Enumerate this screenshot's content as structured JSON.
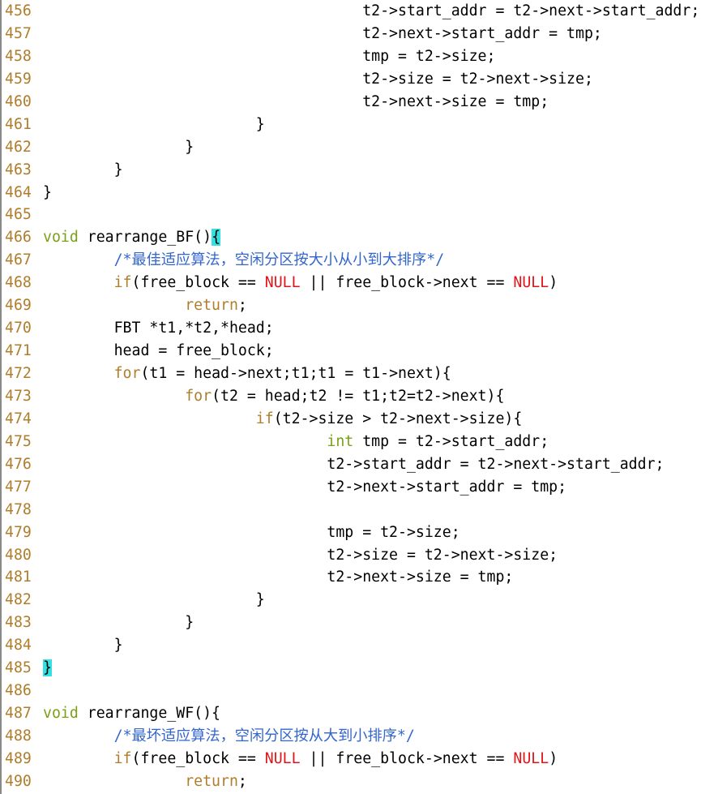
{
  "editor": {
    "lines": [
      {
        "n": "456",
        "tokens": [
          {
            "t": "                                    t2->start_addr = t2->next->start_addr;",
            "c": "plain"
          }
        ]
      },
      {
        "n": "457",
        "tokens": [
          {
            "t": "                                    t2->next->start_addr = tmp;",
            "c": "plain"
          }
        ]
      },
      {
        "n": "458",
        "tokens": [
          {
            "t": "                                    tmp = t2->size;",
            "c": "plain"
          }
        ]
      },
      {
        "n": "459",
        "tokens": [
          {
            "t": "                                    t2->size = t2->next->size;",
            "c": "plain"
          }
        ]
      },
      {
        "n": "460",
        "tokens": [
          {
            "t": "                                    t2->next->size = tmp;",
            "c": "plain"
          }
        ]
      },
      {
        "n": "461",
        "tokens": [
          {
            "t": "                        }",
            "c": "plain"
          }
        ]
      },
      {
        "n": "462",
        "tokens": [
          {
            "t": "                }",
            "c": "plain"
          }
        ]
      },
      {
        "n": "463",
        "tokens": [
          {
            "t": "        }",
            "c": "plain"
          }
        ]
      },
      {
        "n": "464",
        "tokens": [
          {
            "t": "}",
            "c": "plain"
          }
        ]
      },
      {
        "n": "465",
        "tokens": []
      },
      {
        "n": "466",
        "tokens": [
          {
            "t": "void",
            "c": "kw"
          },
          {
            "t": " rearrange_BF()",
            "c": "plain"
          },
          {
            "t": "{",
            "c": "brace"
          }
        ]
      },
      {
        "n": "467",
        "tokens": [
          {
            "t": "        /*最佳适应算法，空闲分区按大小从小到大排序*/",
            "c": "cm"
          }
        ]
      },
      {
        "n": "468",
        "tokens": [
          {
            "t": "        ",
            "c": "plain"
          },
          {
            "t": "if",
            "c": "ctl"
          },
          {
            "t": "(free_block == ",
            "c": "plain"
          },
          {
            "t": "NULL",
            "c": "null"
          },
          {
            "t": " || free_block->next == ",
            "c": "plain"
          },
          {
            "t": "NULL",
            "c": "null"
          },
          {
            "t": ")",
            "c": "plain"
          }
        ]
      },
      {
        "n": "469",
        "tokens": [
          {
            "t": "                ",
            "c": "plain"
          },
          {
            "t": "return",
            "c": "ctl"
          },
          {
            "t": ";",
            "c": "plain"
          }
        ]
      },
      {
        "n": "470",
        "tokens": [
          {
            "t": "        FBT *t1,*t2,*head;",
            "c": "plain"
          }
        ]
      },
      {
        "n": "471",
        "tokens": [
          {
            "t": "        head = free_block;",
            "c": "plain"
          }
        ]
      },
      {
        "n": "472",
        "tokens": [
          {
            "t": "        ",
            "c": "plain"
          },
          {
            "t": "for",
            "c": "ctl"
          },
          {
            "t": "(t1 = head->next;t1;t1 = t1->next){",
            "c": "plain"
          }
        ]
      },
      {
        "n": "473",
        "tokens": [
          {
            "t": "                ",
            "c": "plain"
          },
          {
            "t": "for",
            "c": "ctl"
          },
          {
            "t": "(t2 = head;t2 != t1;t2=t2->next){",
            "c": "plain"
          }
        ]
      },
      {
        "n": "474",
        "tokens": [
          {
            "t": "                        ",
            "c": "plain"
          },
          {
            "t": "if",
            "c": "ctl"
          },
          {
            "t": "(t2->size > t2->next->size){",
            "c": "plain"
          }
        ]
      },
      {
        "n": "475",
        "tokens": [
          {
            "t": "                                ",
            "c": "plain"
          },
          {
            "t": "int",
            "c": "kw"
          },
          {
            "t": " tmp = t2->start_addr;",
            "c": "plain"
          }
        ]
      },
      {
        "n": "476",
        "tokens": [
          {
            "t": "                                t2->start_addr = t2->next->start_addr;",
            "c": "plain"
          }
        ]
      },
      {
        "n": "477",
        "tokens": [
          {
            "t": "                                t2->next->start_addr = tmp;",
            "c": "plain"
          }
        ]
      },
      {
        "n": "478",
        "tokens": []
      },
      {
        "n": "479",
        "tokens": [
          {
            "t": "                                tmp = t2->size;",
            "c": "plain"
          }
        ]
      },
      {
        "n": "480",
        "tokens": [
          {
            "t": "                                t2->size = t2->next->size;",
            "c": "plain"
          }
        ]
      },
      {
        "n": "481",
        "tokens": [
          {
            "t": "                                t2->next->size = tmp;",
            "c": "plain"
          }
        ]
      },
      {
        "n": "482",
        "tokens": [
          {
            "t": "                        }",
            "c": "plain"
          }
        ]
      },
      {
        "n": "483",
        "tokens": [
          {
            "t": "                }",
            "c": "plain"
          }
        ]
      },
      {
        "n": "484",
        "tokens": [
          {
            "t": "        }",
            "c": "plain"
          }
        ]
      },
      {
        "n": "485",
        "tokens": [
          {
            "t": "}",
            "c": "brace"
          }
        ]
      },
      {
        "n": "486",
        "tokens": []
      },
      {
        "n": "487",
        "tokens": [
          {
            "t": "void",
            "c": "kw"
          },
          {
            "t": " rearrange_WF(){",
            "c": "plain"
          }
        ]
      },
      {
        "n": "488",
        "tokens": [
          {
            "t": "        /*最坏适应算法，空闲分区按从大到小排序*/",
            "c": "cm"
          }
        ]
      },
      {
        "n": "489",
        "tokens": [
          {
            "t": "        ",
            "c": "plain"
          },
          {
            "t": "if",
            "c": "ctl"
          },
          {
            "t": "(free_block == ",
            "c": "plain"
          },
          {
            "t": "NULL",
            "c": "null"
          },
          {
            "t": " || free_block->next == ",
            "c": "plain"
          },
          {
            "t": "NULL",
            "c": "null"
          },
          {
            "t": ")",
            "c": "plain"
          }
        ]
      },
      {
        "n": "490",
        "tokens": [
          {
            "t": "                ",
            "c": "plain"
          },
          {
            "t": "return",
            "c": "ctl"
          },
          {
            "t": ";",
            "c": "plain"
          }
        ]
      }
    ]
  },
  "colors": {
    "line_number": "#b07d2b",
    "type_keyword": "#7aa116",
    "control_keyword": "#b07d2b",
    "null_literal": "#e0151a",
    "comment": "#3366cc",
    "bracket_match_highlight": "#34e0e0"
  }
}
